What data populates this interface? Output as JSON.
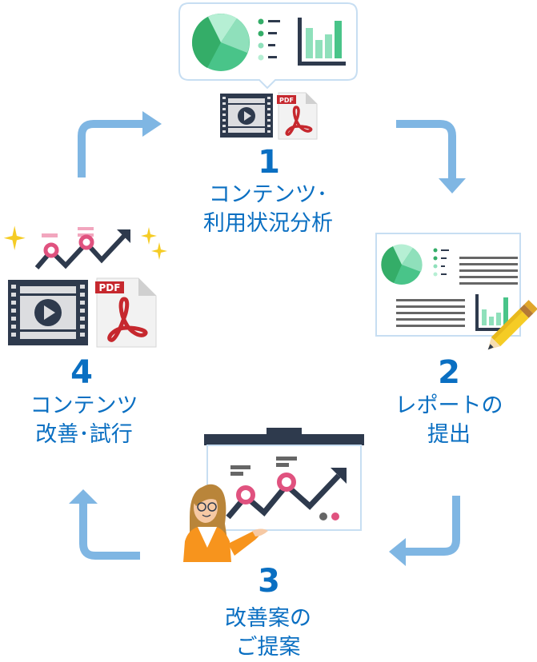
{
  "diagram": {
    "title": "Content improvement cycle",
    "colors": {
      "accent_text": "#0a6fc2",
      "arrow": "#7fb6e3",
      "green_dark": "#34ad68",
      "green_mid": "#49c489",
      "green_light": "#8fe0bb",
      "green_pale": "#b6efd4",
      "navy": "#2e3a4d",
      "pink": "#e0527f",
      "pdf_red": "#c6282e",
      "orange": "#f7941d",
      "gold": "#f5cc25"
    },
    "steps": [
      {
        "number": "1",
        "label": "コンテンツ･\n利用状況分析",
        "icon": "analytics-dashboard-with-video-and-pdf"
      },
      {
        "number": "2",
        "label": "レポートの\n提出",
        "icon": "report-document-with-pencil"
      },
      {
        "number": "3",
        "label": "改善案の\nご提案",
        "icon": "presenter-with-growth-chart"
      },
      {
        "number": "4",
        "label": "コンテンツ\n改善･試行",
        "icon": "improved-video-and-pdf"
      }
    ],
    "icons": {
      "pdf_badge": "PDF"
    },
    "arrows": [
      "step4-to-step1",
      "step1-to-step2",
      "step2-to-step3",
      "step3-to-step4"
    ]
  }
}
